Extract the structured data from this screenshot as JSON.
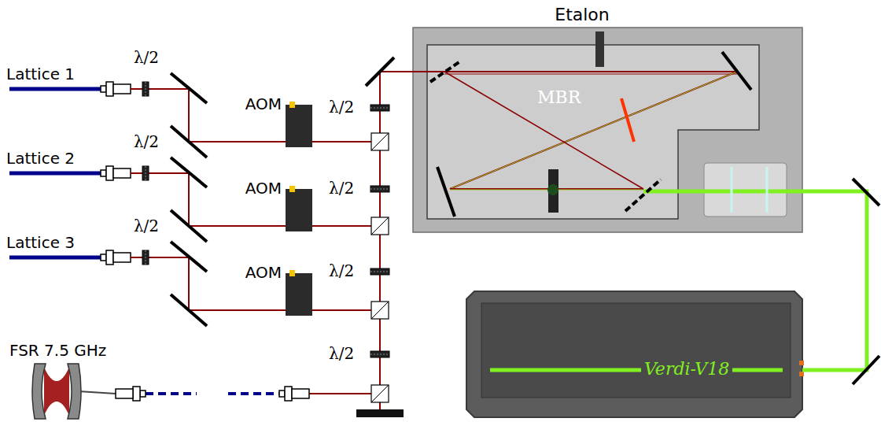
{
  "diagram": {
    "nodes": [
      {
        "text": [
          "AOM"
        ]
      },
      {
        "text": [
          "AOM"
        ]
      },
      {
        "text": [
          "AOM"
        ]
      },
      {
        "text": [
          "MBR"
        ]
      },
      {
        "text": [
          "Verdi-V18"
        ]
      }
    ],
    "edges": [
      {
        "from": 3,
        "to": 0,
        "arrow": "none"
      },
      {
        "from": 3,
        "to": 1,
        "arrow": "none"
      },
      {
        "from": 3,
        "to": 2,
        "arrow": "none"
      },
      {
        "from": 4,
        "to": 3,
        "arrow": "none"
      }
    ],
    "labels": [
      "Etalon",
      "λ/2",
      "Lattice 1",
      "λ/2",
      "λ/2",
      "Lattice 2",
      "λ/2",
      "λ/2",
      "Lattice 3",
      "λ/2",
      "λ/2",
      "FSR 7.5 GHz"
    ]
  }
}
